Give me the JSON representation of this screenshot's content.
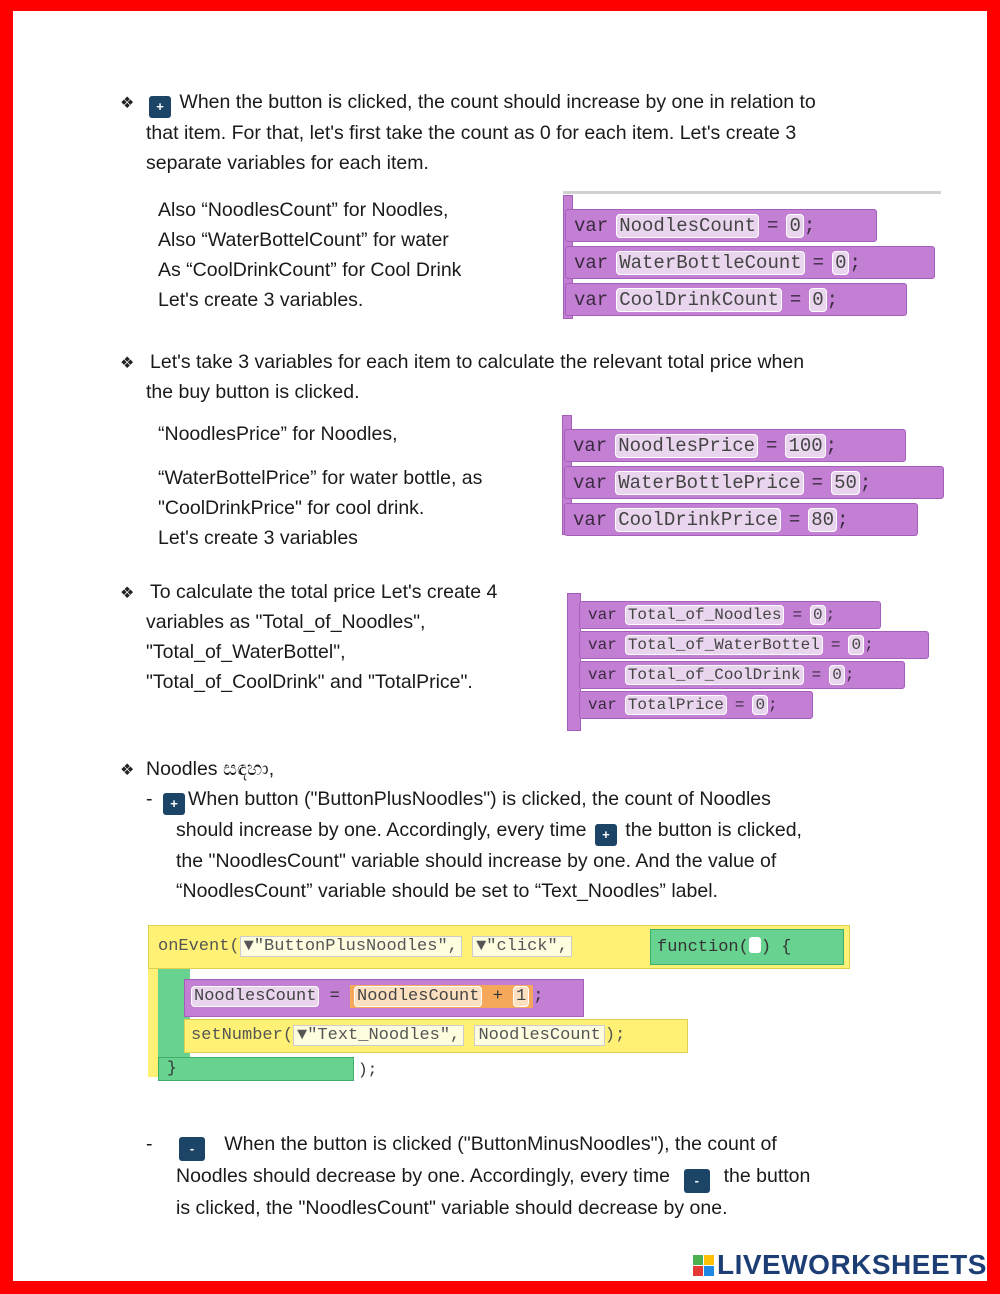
{
  "section1": {
    "lines": [
      "When the button is clicked, the count should increase by one in relation to",
      "that item. For that, let's first take the count as 0 for each item. Let's create 3",
      "separate variables for each item."
    ],
    "sub_lines": [
      "Also “NoodlesCount” for Noodles,",
      "Also “WaterBottelCount” for water",
      "As “CoolDrinkCount” for Cool Drink",
      "Let's create 3 variables."
    ],
    "code": [
      {
        "kw": "var",
        "name": "NoodlesCount",
        "value": "0"
      },
      {
        "kw": "var",
        "name": "WaterBottleCount",
        "value": "0"
      },
      {
        "kw": "var",
        "name": "CoolDrinkCount",
        "value": "0"
      }
    ]
  },
  "section2": {
    "lines": [
      "Let's take 3 variables for each item to calculate the relevant total price when",
      "the buy button is clicked."
    ],
    "sub_lines": [
      "“NoodlesPrice” for Noodles,",
      "“WaterBottelPrice” for water bottle, as",
      "\"CoolDrinkPrice\" for cool drink.",
      "Let's create 3 variables"
    ],
    "code": [
      {
        "kw": "var",
        "name": "NoodlesPrice",
        "value": "100"
      },
      {
        "kw": "var",
        "name": "WaterBottlePrice",
        "value": "50"
      },
      {
        "kw": "var",
        "name": "CoolDrinkPrice",
        "value": "80"
      }
    ]
  },
  "section3": {
    "lines": [
      "To calculate the total price Let's create 4",
      "variables as \"Total_of_Noodles\",",
      "\"Total_of_WaterBottel\",",
      "\"Total_of_CoolDrink\" and \"TotalPrice\"."
    ],
    "code": [
      {
        "kw": "var",
        "name": "Total_of_Noodles",
        "value": "0"
      },
      {
        "kw": "var",
        "name": "Total_of_WaterBottel",
        "value": "0"
      },
      {
        "kw": "var",
        "name": "Total_of_CoolDrink",
        "value": "0"
      },
      {
        "kw": "var",
        "name": "TotalPrice",
        "value": "0"
      }
    ]
  },
  "section4": {
    "heading": "Noodles සඳහා,",
    "plus_lines": [
      "When button (\"ButtonPlusNoodles\") is clicked, the count of Noodles",
      "should increase by one. Accordingly, every time",
      "the button is clicked,",
      "the \"NoodlesCount\" variable should increase by one. And the value of",
      "“NoodlesCount” variable should be set to “Text_Noodles” label."
    ],
    "event_code": {
      "fn": "onEvent(",
      "arg1": "\"ButtonPlusNoodles\",",
      "arg2": "\"click\",",
      "func": "function(",
      "func_end": ") {",
      "assign_var": "NoodlesCount",
      "assign_eq": "=",
      "assign_src": "NoodlesCount",
      "plus": "+",
      "one": "1",
      "semi": ";",
      "set_fn": "setNumber(",
      "set_arg": "\"Text_Noodles\",",
      "set_val": "NoodlesCount",
      "set_end": ");",
      "close_brace": "}",
      "close_end": ");"
    },
    "minus_lines": [
      "When the button is clicked (\"ButtonMinusNoodles\"), the count of",
      "Noodles should decrease by one. Accordingly, every time",
      "the button",
      "is clicked, the \"NoodlesCount\" variable should decrease by one."
    ]
  },
  "icons": {
    "plus": "+",
    "minus": "-",
    "dash": "-",
    "bullet": "❖"
  },
  "logo": {
    "text": "LIVEWORKSHEETS"
  },
  "colors": {
    "border": "#ff0000",
    "var_block": "#c37fd3",
    "event_block": "#fff176",
    "func_block": "#68d391",
    "icon_btn": "#1c4467"
  }
}
